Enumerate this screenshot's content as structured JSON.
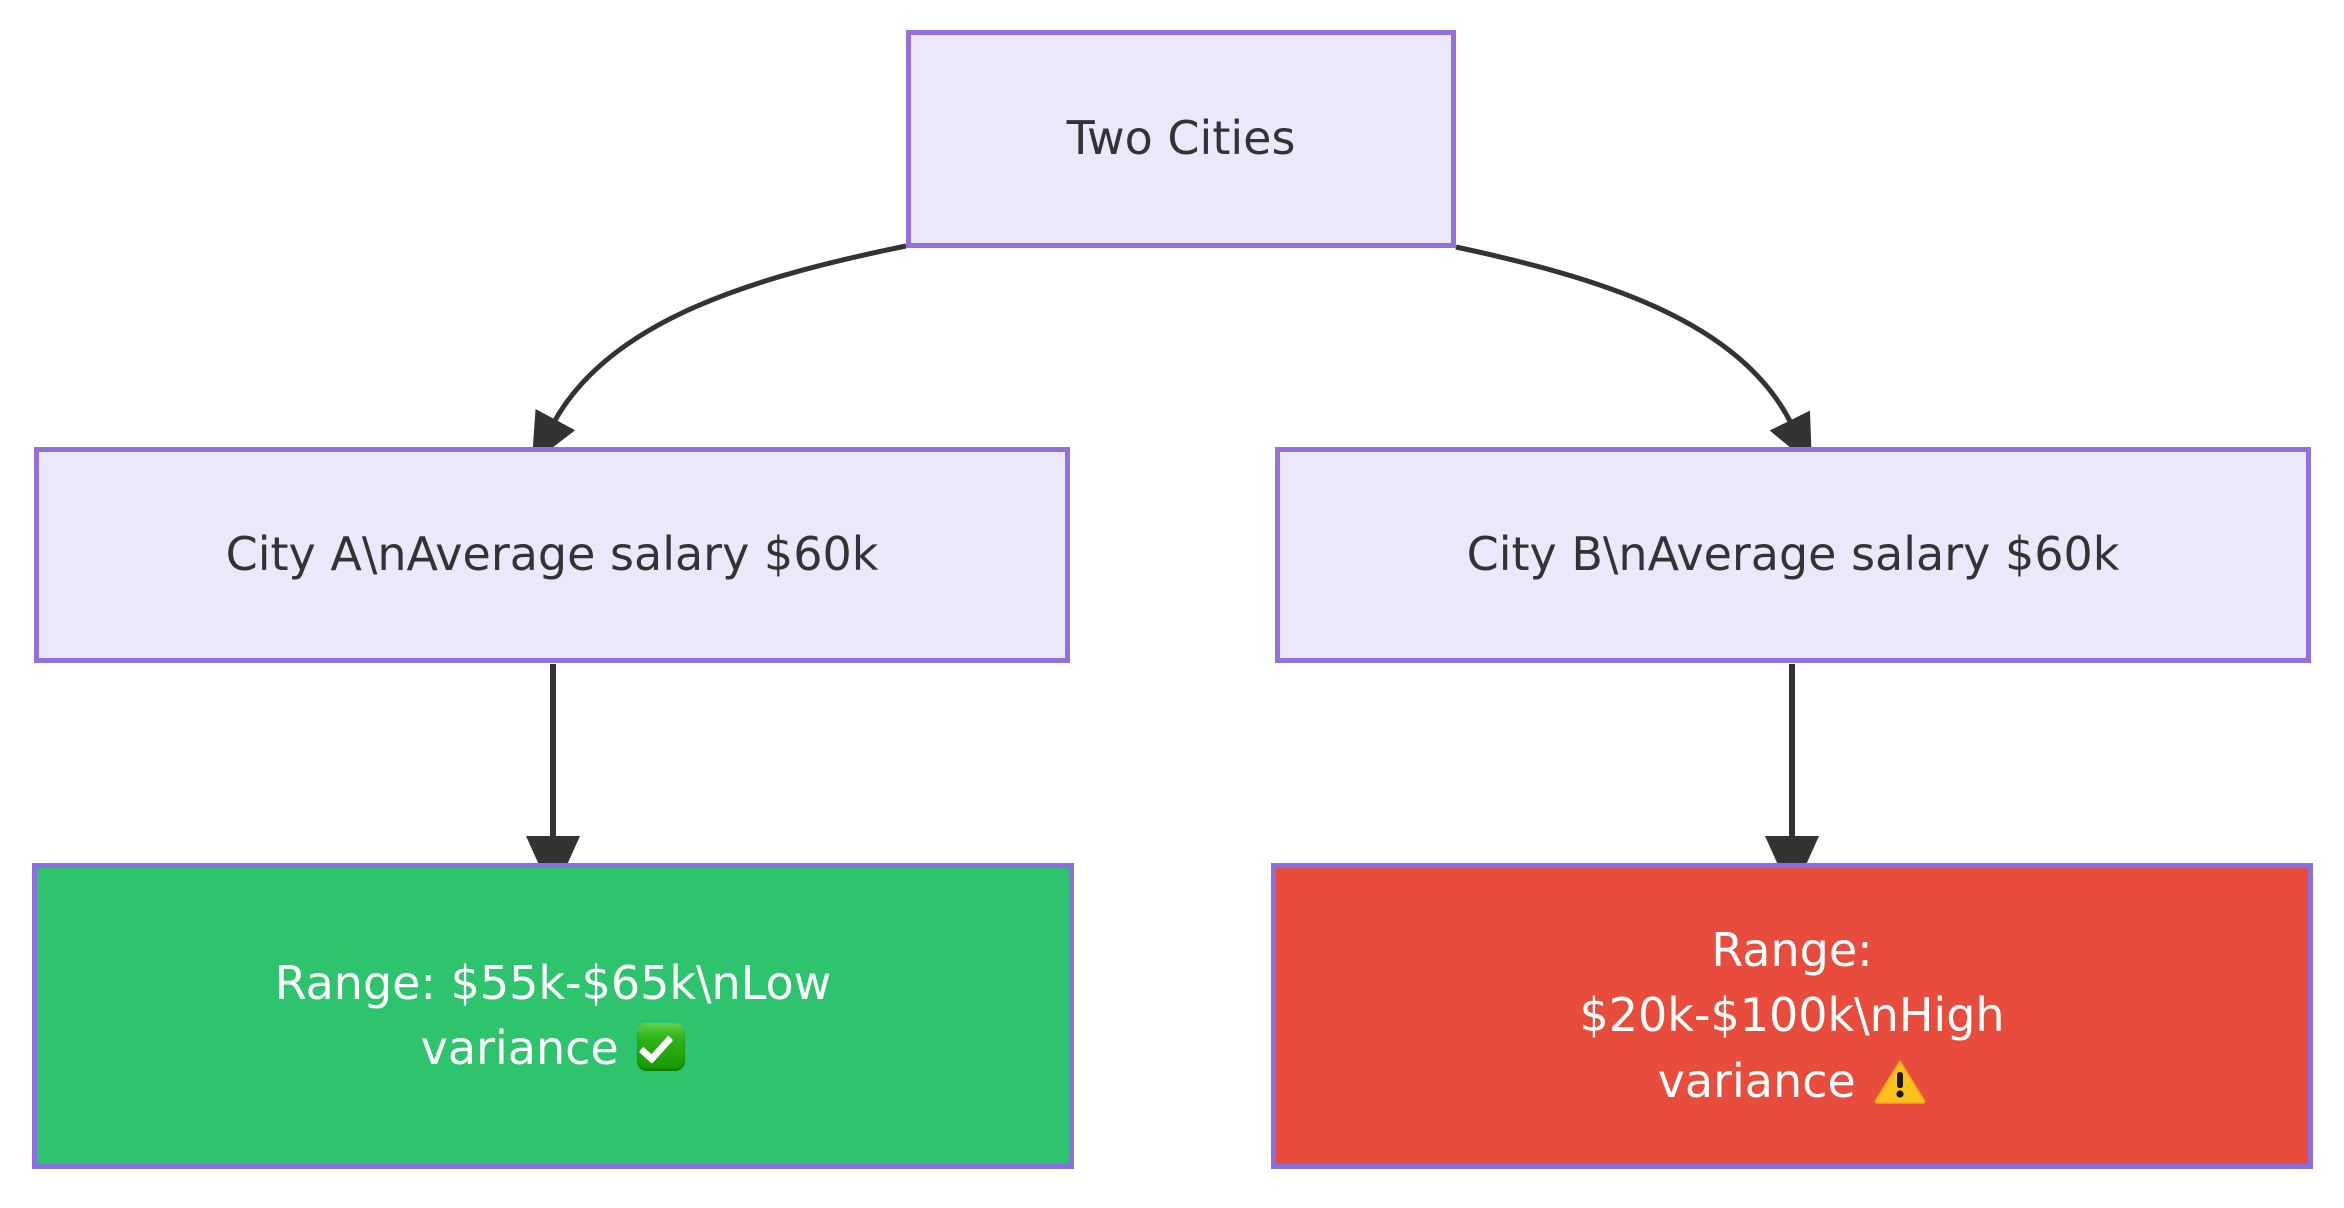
{
  "diagram": {
    "type": "flowchart",
    "direction": "top-down",
    "background_color": "#ffffff",
    "palette": {
      "node_fill": "#ebe8fc",
      "node_border": "#9370db",
      "node_text": "#333333",
      "success_fill": "#2ec46e",
      "danger_fill": "#e74c3c",
      "outcome_border": "#8a6fe0",
      "outcome_text": "#ffffff",
      "edge_stroke": "#333333"
    },
    "nodes": [
      {
        "id": "root",
        "label": "Two Cities",
        "shape": "rectangle",
        "fill": "#ebe8fc",
        "border": "#9370db"
      },
      {
        "id": "city-a",
        "label": "City A\\nAverage salary $60k",
        "shape": "rectangle",
        "fill": "#ebe8fc",
        "border": "#9370db"
      },
      {
        "id": "city-b",
        "label": "City B\\nAverage salary $60k",
        "shape": "rectangle",
        "fill": "#ebe8fc",
        "border": "#9370db"
      },
      {
        "id": "low-variance",
        "label_text": "Range: $55k-$65k\\nLow variance ",
        "icon": "white-check-mark-emoji",
        "shape": "rectangle",
        "fill": "#2ec46e",
        "border": "#8a6fe0"
      },
      {
        "id": "high-variance",
        "label_text": "Range: $20k-$100k\\nHigh variance ",
        "icon": "warning-sign-emoji",
        "shape": "rectangle",
        "fill": "#e74c3c",
        "border": "#8a6fe0"
      }
    ],
    "edges": [
      {
        "from": "root",
        "to": "city-a",
        "style": "curved",
        "arrow": "triangle",
        "label": ""
      },
      {
        "from": "root",
        "to": "city-b",
        "style": "curved",
        "arrow": "triangle",
        "label": ""
      },
      {
        "from": "city-a",
        "to": "low-variance",
        "style": "straight",
        "arrow": "triangle",
        "label": ""
      },
      {
        "from": "city-b",
        "to": "high-variance",
        "style": "straight",
        "arrow": "triangle",
        "label": ""
      }
    ]
  }
}
